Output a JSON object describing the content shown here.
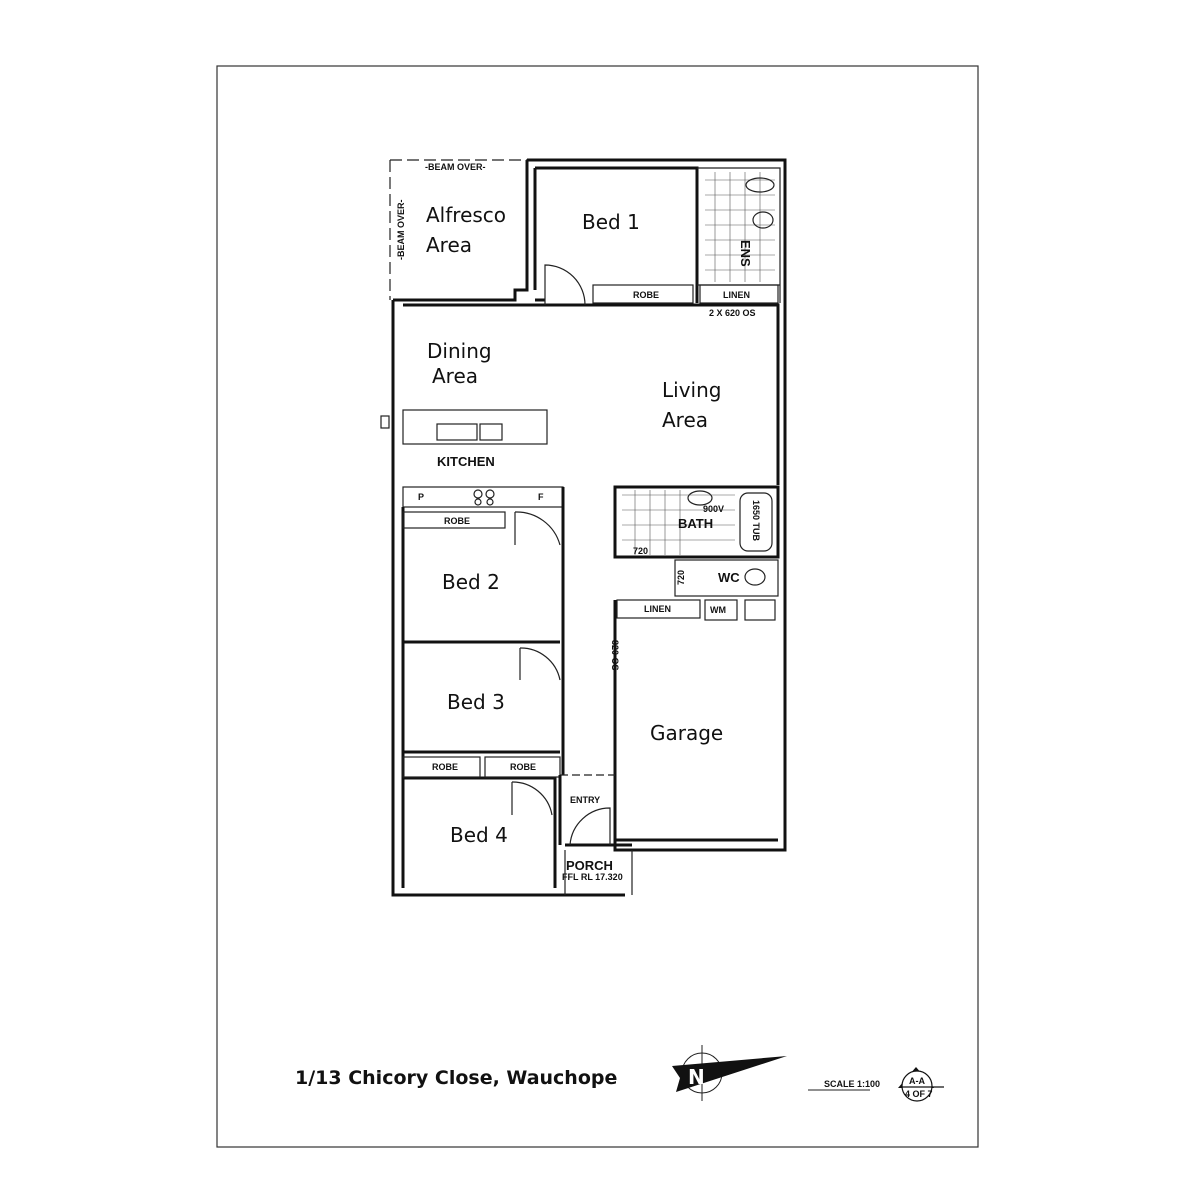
{
  "title": "1/13 Chicory Close, Wauchope",
  "rooms": {
    "alfresco": [
      "Alfresco",
      "Area"
    ],
    "bed1": "Bed 1",
    "dining": [
      "Dining",
      "Area"
    ],
    "living": [
      "Living",
      "Area"
    ],
    "kitchen": "KITCHEN",
    "bed2": "Bed 2",
    "bed3": "Bed 3",
    "bed4": "Bed 4",
    "garage": "Garage",
    "ens": "ENS",
    "bath": "BATH",
    "wc": "WC",
    "entry": "ENTRY",
    "porch": "PORCH"
  },
  "annotations": {
    "beam_over_top": "-BEAM OVER-",
    "beam_over_side": "-BEAM OVER-",
    "robe": "ROBE",
    "linen": "LINEN",
    "openings_living": "2 X 620 OS",
    "openings_garage": "820 OS",
    "vanity": "900V",
    "tub": "1650 TUB",
    "dim_720a": "720",
    "dim_720b": "720",
    "pantry": "P",
    "fridge": "F",
    "wm": "WM",
    "ffl": "FFL RL 17.320"
  },
  "footer": {
    "north": "N",
    "scale": "SCALE 1:100",
    "section": "A-A",
    "sheet": "4 OF 7"
  }
}
